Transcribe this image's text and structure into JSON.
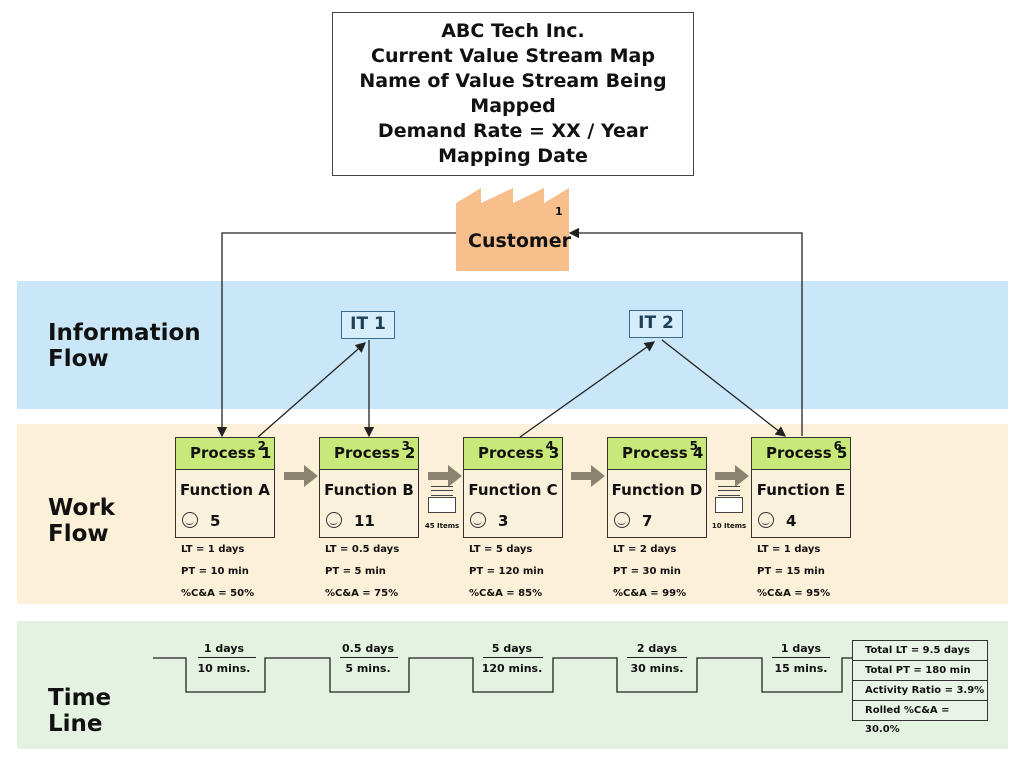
{
  "title": {
    "company": "ABC Tech Inc.",
    "map_type": "Current Value Stream Map",
    "stream_name": "Name of Value Stream Being Mapped",
    "demand": "Demand Rate = XX / Year",
    "date": "Mapping Date"
  },
  "customer": {
    "label": "Customer",
    "number": "1"
  },
  "lanes": {
    "information": [
      "Information",
      "Flow"
    ],
    "work": [
      "Work",
      "Flow"
    ],
    "time": [
      "Time",
      "Line"
    ]
  },
  "it_systems": [
    "IT 1",
    "IT 2"
  ],
  "processes": [
    {
      "name": "Process 1",
      "number": "2",
      "function": "Function A",
      "operators": "5",
      "lt": "LT = 1 days",
      "pt": "PT = 10 min",
      "ca": "%C&A = 50%"
    },
    {
      "name": "Process 2",
      "number": "3",
      "function": "Function B",
      "operators": "11",
      "lt": "LT = 0.5 days",
      "pt": "PT = 5 min",
      "ca": "%C&A = 75%"
    },
    {
      "name": "Process 3",
      "number": "4",
      "function": "Function C",
      "operators": "3",
      "lt": "LT = 5 days",
      "pt": "PT = 120 min",
      "ca": "%C&A = 85%"
    },
    {
      "name": "Process 4",
      "number": "5",
      "function": "Function D",
      "operators": "7",
      "lt": "LT = 2 days",
      "pt": "PT = 30 min",
      "ca": "%C&A = 99%"
    },
    {
      "name": "Process 5",
      "number": "6",
      "function": "Function E",
      "operators": "4",
      "lt": "LT = 1 days",
      "pt": "PT = 15 min",
      "ca": "%C&A = 95%"
    }
  ],
  "inventory": [
    "45 Items",
    "10 Items"
  ],
  "timeline": [
    {
      "lead": "1 days",
      "process": "10 mins."
    },
    {
      "lead": "0.5 days",
      "process": "5 mins."
    },
    {
      "lead": "5 days",
      "process": "120 mins."
    },
    {
      "lead": "2 days",
      "process": "30 mins."
    },
    {
      "lead": "1 days",
      "process": "15 mins."
    }
  ],
  "summary": {
    "total_lt": "Total LT = 9.5 days",
    "total_pt": "Total PT = 180 min",
    "activity_ratio": "Activity Ratio = 3.9%",
    "rolled_ca": "Rolled %C&A = 30.0%"
  },
  "colors": {
    "info_band": "#c9e7f8",
    "work_band": "#fdf0d8",
    "time_band": "#e3f2e1",
    "process_header": "#c9e87a",
    "customer": "#f6bf8c",
    "push_arrow": "#8a8470"
  }
}
